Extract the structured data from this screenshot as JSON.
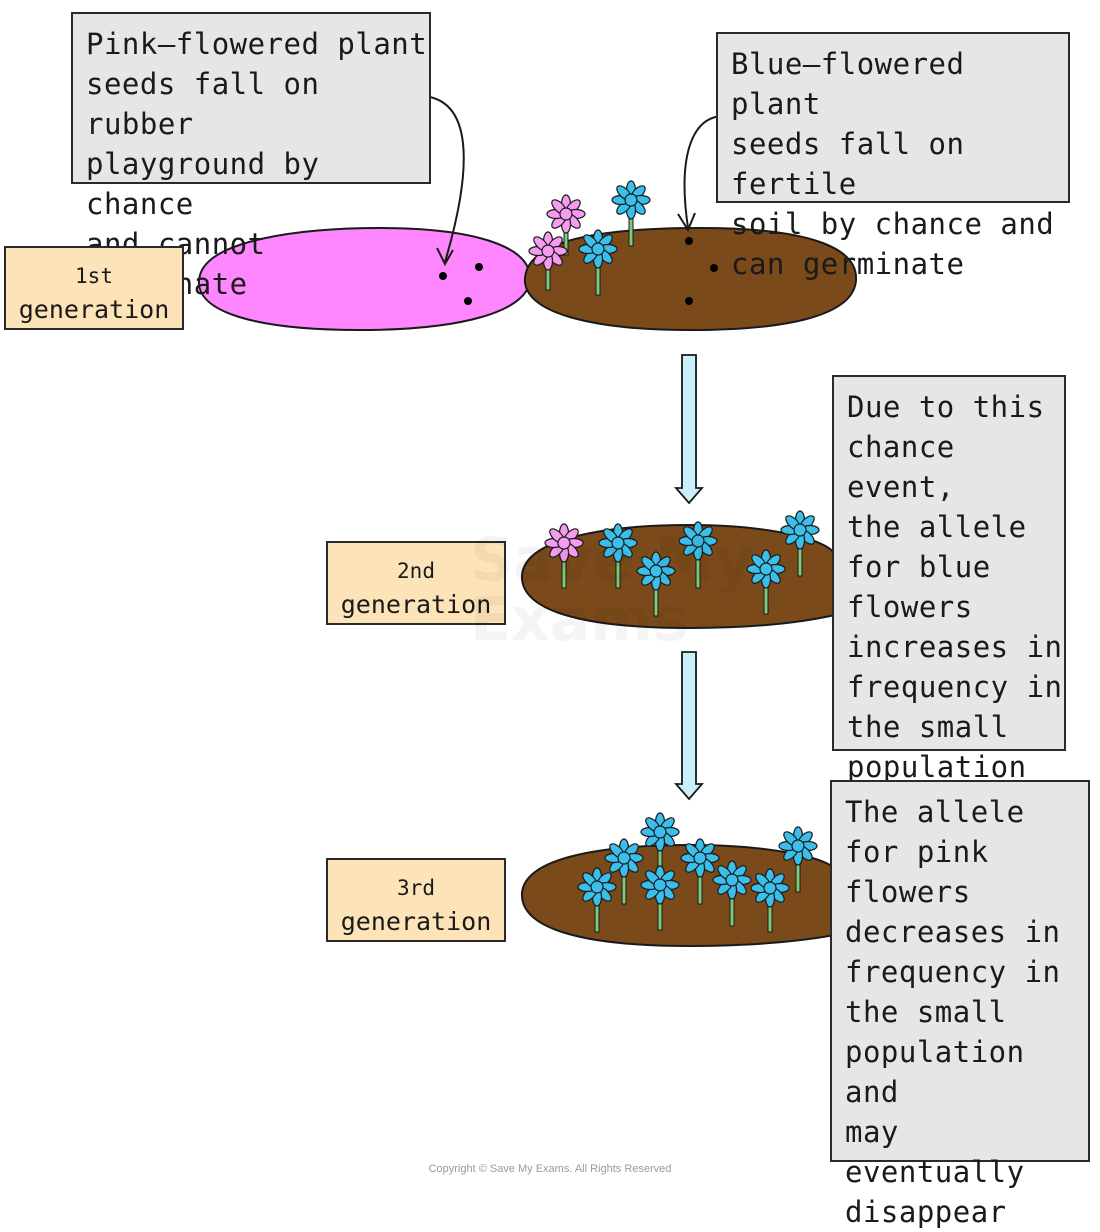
{
  "callouts": {
    "pink_seeds": "Pink–flowered plant\nseeds fall on rubber\nplayground by chance\nand cannot germinate",
    "blue_seeds": "Blue–flowered plant\nseeds fall on fertile\nsoil by chance and\ncan germinate",
    "blue_increase": "Due to this\nchance event,\nthe allele\nfor blue\nflowers\nincreases in\nfrequency in\nthe small\npopulation",
    "pink_decrease": "The allele\nfor pink\nflowers\ndecreases in\nfrequency in\nthe small\npopulation and\nmay eventually\ndisappear"
  },
  "generations": [
    {
      "number": "1st",
      "label": "generation"
    },
    {
      "number": "2nd",
      "label": "generation"
    },
    {
      "number": "3rd",
      "label": "generation"
    }
  ],
  "colors": {
    "playground": "#fe86fe",
    "soil": "#7a4a1a",
    "blue_flower": "#3bbfea",
    "pink_flower": "#f59cf0",
    "stem": "#7fc97a",
    "arrow": "#c9f0fb",
    "callout_bg": "#e6e6e6",
    "label_bg": "#fde3b8"
  },
  "footer": {
    "copyright": "Copyright © Save My Exams. All Rights Reserved"
  },
  "watermark": {
    "line1": "Save My",
    "line2": "Exams"
  }
}
